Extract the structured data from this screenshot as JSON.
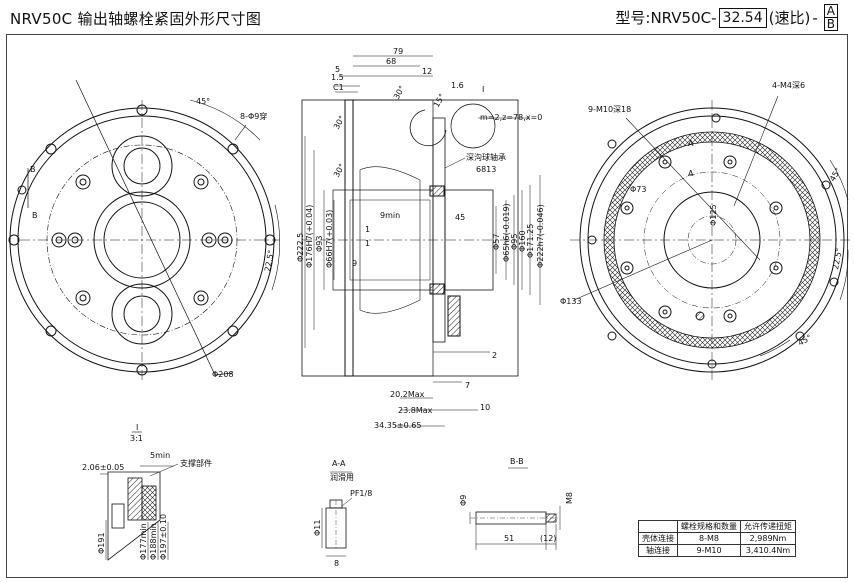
{
  "title": "NRV50C  输出轴螺栓紧固外形尺寸图",
  "model": {
    "prefix": "型号:NRV50C-",
    "ratio": "32.54",
    "ratio_note": "(速比)",
    "dash": "-",
    "ab_top": "A",
    "ab_bottom": "B"
  },
  "left_view": {
    "angle_top": "45°",
    "angle_right": "22.5°",
    "holes": "8-Φ9穿",
    "dia": "Φ208",
    "section_b": "B"
  },
  "mid_view": {
    "dims_top": [
      "79",
      "68",
      "12",
      "5",
      "1.5",
      "C1",
      "1.6"
    ],
    "angles": [
      "30°",
      "30°",
      "30°",
      "15°"
    ],
    "gear": "m=2,z=78,x=0",
    "bearing_label": "深沟球轴承",
    "bearing_no": "6813",
    "dims_left": [
      "Φ222.5",
      "Φ176H7(+0.04)",
      "Φ93",
      "Φ66H7(+0.03)"
    ],
    "dims_right": [
      "Φ57",
      "Φ65h6(-0.019)",
      "Φ95",
      "Φ160",
      "Φ171.25",
      "Φ222h7(-0.046)"
    ],
    "dims_inner": [
      "9min",
      "45",
      "1",
      "1",
      "9",
      "I"
    ],
    "dims_bottom": [
      "2",
      "7",
      "10",
      "20.2Max",
      "23.8Max",
      "34.35±0.65"
    ]
  },
  "right_view": {
    "holes_m10": "9-M10深18",
    "holes_m4": "4-M4深6",
    "section_a": "A",
    "dia73": "Φ73",
    "dia125": "Φ125",
    "dia133": "Φ133",
    "angle1": "45°",
    "angle2": "22.5°",
    "angle3": "45°"
  },
  "detail_i": {
    "title": "I",
    "scale": "3:1",
    "dim1": "2.06±0.05",
    "dim2": "5min",
    "label": "支撑部件",
    "dias": [
      "Φ191",
      "Φ177min",
      "Φ188min",
      "Φ197±0.10"
    ]
  },
  "detail_aa": {
    "title": "A-A",
    "subtitle": "润滑用",
    "thread": "PF1/8",
    "dia": "Φ11",
    "len": "8"
  },
  "detail_bb": {
    "title": "B-B",
    "dia": "Φ9",
    "thread": "M8",
    "len": "51",
    "len2": "(12)"
  },
  "spec_table": {
    "headers": [
      "",
      "螺栓规格和数量",
      "允许传递扭矩"
    ],
    "rows": [
      [
        "壳体连接",
        "8-M8",
        "2,989Nm"
      ],
      [
        "轴连接",
        "9-M10",
        "3,410.4Nm"
      ]
    ]
  }
}
